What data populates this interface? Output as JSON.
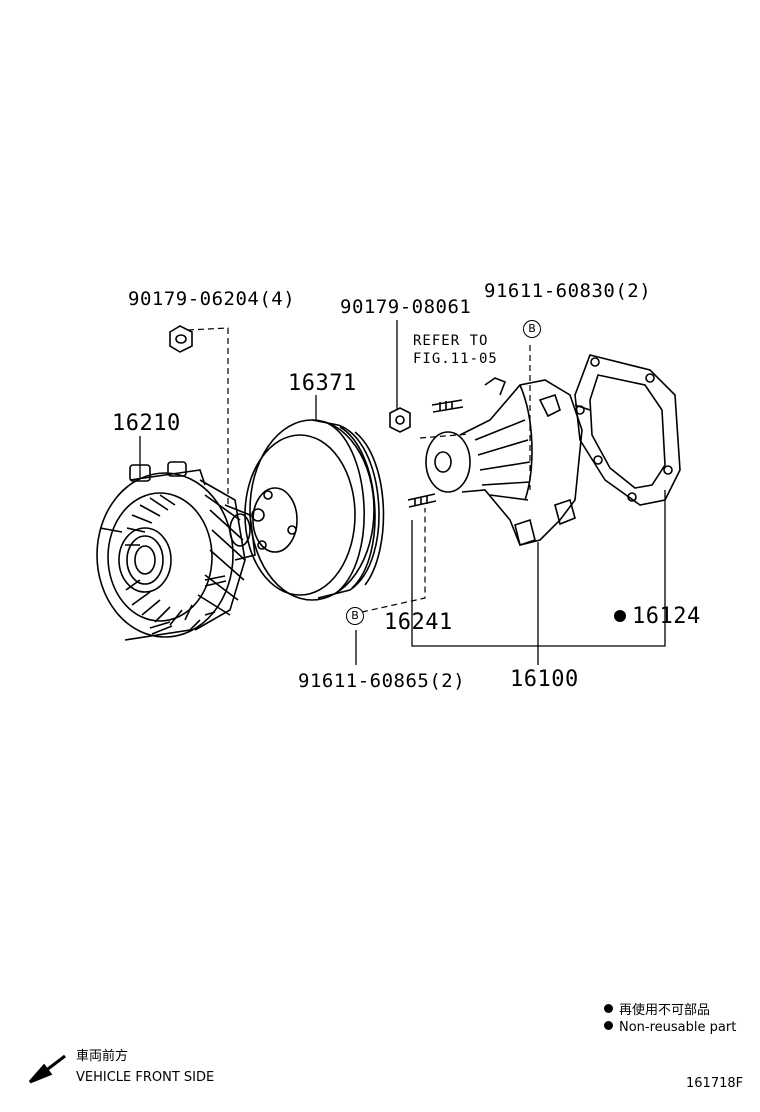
{
  "parts": {
    "fan_clutch": "16210",
    "fan_pulley": "16371",
    "water_pump": "16100",
    "gasket": "16124",
    "stud_bolt": "16241",
    "nut_fan": "90179-06204(4)",
    "nut_pump": "90179-08061",
    "bolt_upper": "91611-60830(2)",
    "bolt_lower": "91611-60865(2)"
  },
  "refer": {
    "line1": "REFER TO",
    "line2": "FIG.11-05"
  },
  "markers": {
    "b_label": "B"
  },
  "legend": {
    "jp": "再使用不可部品",
    "en": "Non-reusable part"
  },
  "front": {
    "jp": "車両前方",
    "en": "VEHICLE FRONT SIDE"
  },
  "figure_id": "161718F",
  "colors": {
    "ink": "#000000",
    "background": "#ffffff"
  }
}
